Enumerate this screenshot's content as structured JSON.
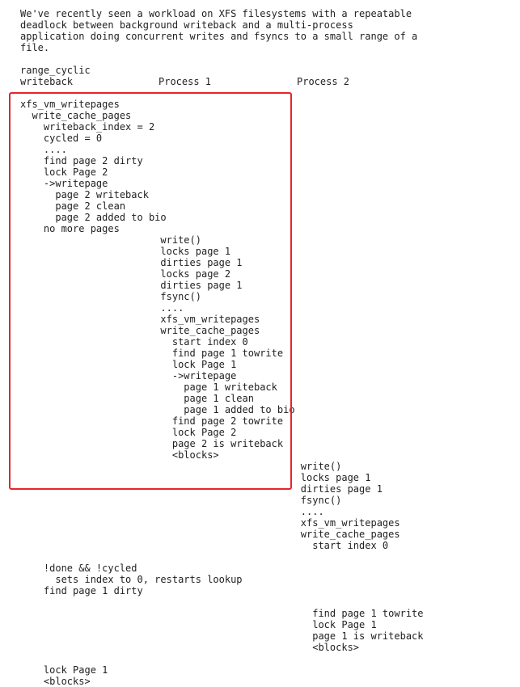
{
  "intro": [
    "We've recently seen a workload on XFS filesystems with a repeatable",
    "deadlock between background writeback and a multi-process",
    "application doing concurrent writes and fsyncs to a small range of a",
    "file."
  ],
  "headers": {
    "writeback_line1": "range_cyclic",
    "writeback_line2": "writeback",
    "process1": "Process 1",
    "process2": "Process 2"
  },
  "timeline": [
    "xfs_vm_writepages",
    "  write_cache_pages",
    "    writeback_index = 2",
    "    cycled = 0",
    "    ....",
    "    find page 2 dirty",
    "    lock Page 2",
    "    ->writepage",
    "      page 2 writeback",
    "      page 2 clean",
    "      page 2 added to bio",
    "    no more pages",
    "                        write()",
    "                        locks page 1",
    "                        dirties page 1",
    "                        locks page 2",
    "                        dirties page 1",
    "                        fsync()",
    "                        ....",
    "                        xfs_vm_writepages",
    "                        write_cache_pages",
    "                          start index 0",
    "                          find page 1 towrite",
    "                          lock Page 1",
    "                          ->writepage",
    "                            page 1 writeback",
    "                            page 1 clean",
    "                            page 1 added to bio",
    "                          find page 2 towrite",
    "                          lock Page 2",
    "                          page 2 is writeback",
    "                          <blocks>",
    "                                                write()",
    "                                                locks page 1",
    "                                                dirties page 1",
    "                                                fsync()",
    "                                                ....",
    "                                                xfs_vm_writepages",
    "                                                write_cache_pages",
    "                                                  start index 0",
    "",
    "    !done && !cycled",
    "      sets index to 0, restarts lookup",
    "    find page 1 dirty",
    "",
    "                                                  find page 1 towrite",
    "                                                  lock Page 1",
    "                                                  page 1 is writeback",
    "                                                  <blocks>",
    "",
    "    lock Page 1",
    "    <blocks>"
  ],
  "highlight_color": "#e5252a"
}
